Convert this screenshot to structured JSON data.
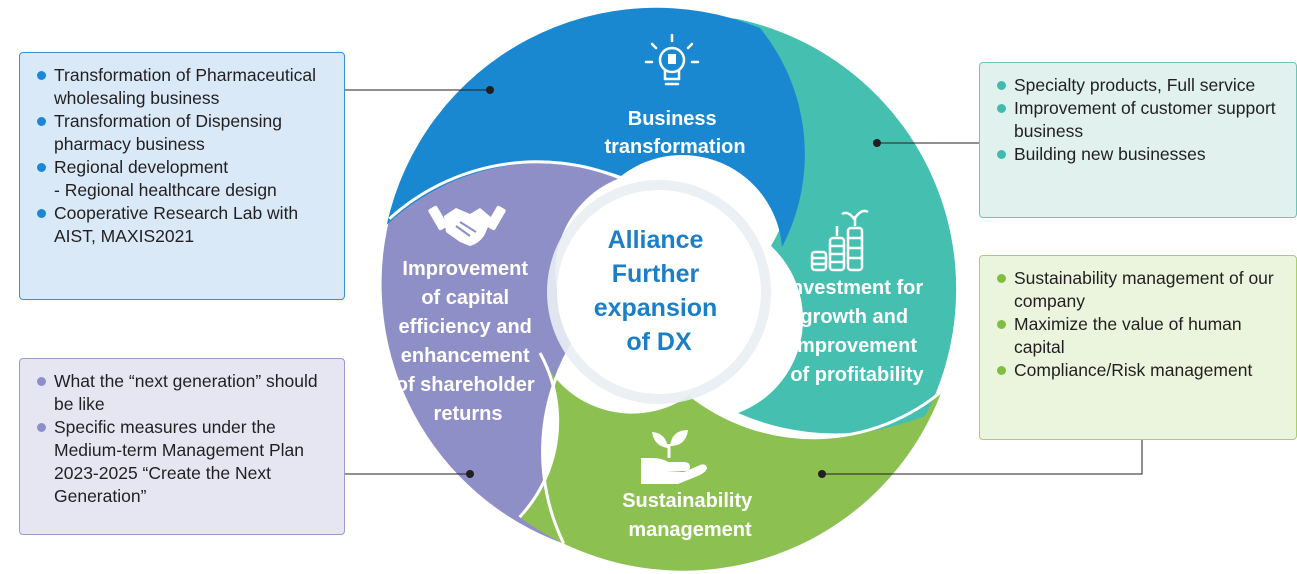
{
  "center": {
    "lines": [
      "Alliance",
      "Further",
      "expansion",
      "of DX"
    ]
  },
  "segments": {
    "business": {
      "label_lines": [
        "Business",
        "transformation"
      ],
      "color": "#1a88d0",
      "icon": "lightbulb-icon"
    },
    "investment": {
      "label_lines": [
        "Investment for",
        "growth and",
        "improvement",
        "of profitability"
      ],
      "color": "#45bfb0",
      "icon": "coin-stacks-sprout-icon"
    },
    "sustainability": {
      "label_lines": [
        "Sustainability",
        "management"
      ],
      "color": "#8cc151",
      "icon": "hand-sprout-icon"
    },
    "capital": {
      "label_lines": [
        "Improvement",
        "of capital",
        "efficiency and",
        "enhancement",
        "of shareholder",
        "returns"
      ],
      "color": "#8e8fc6",
      "icon": "handshake-icon"
    }
  },
  "boxes": {
    "business": [
      "Transformation of Pharmaceutical wholesaling business",
      "Transformation of Dispensing pharmacy business",
      {
        "main": "Regional development",
        "sub": "- Regional healthcare design"
      },
      "Cooperative Research Lab with AIST, MAXIS2021"
    ],
    "investment": [
      "Specialty products, Full service",
      "Improvement of customer support business",
      "Building new businesses"
    ],
    "sustainability": [
      "Sustainability management of our company",
      "Maximize the value of human capital",
      "Compliance/Risk management"
    ],
    "capital": [
      "What the “next generation” should be like",
      "Specific measures under the Medium-term Management Plan 2023-2025 “Create the Next Generation”"
    ]
  }
}
